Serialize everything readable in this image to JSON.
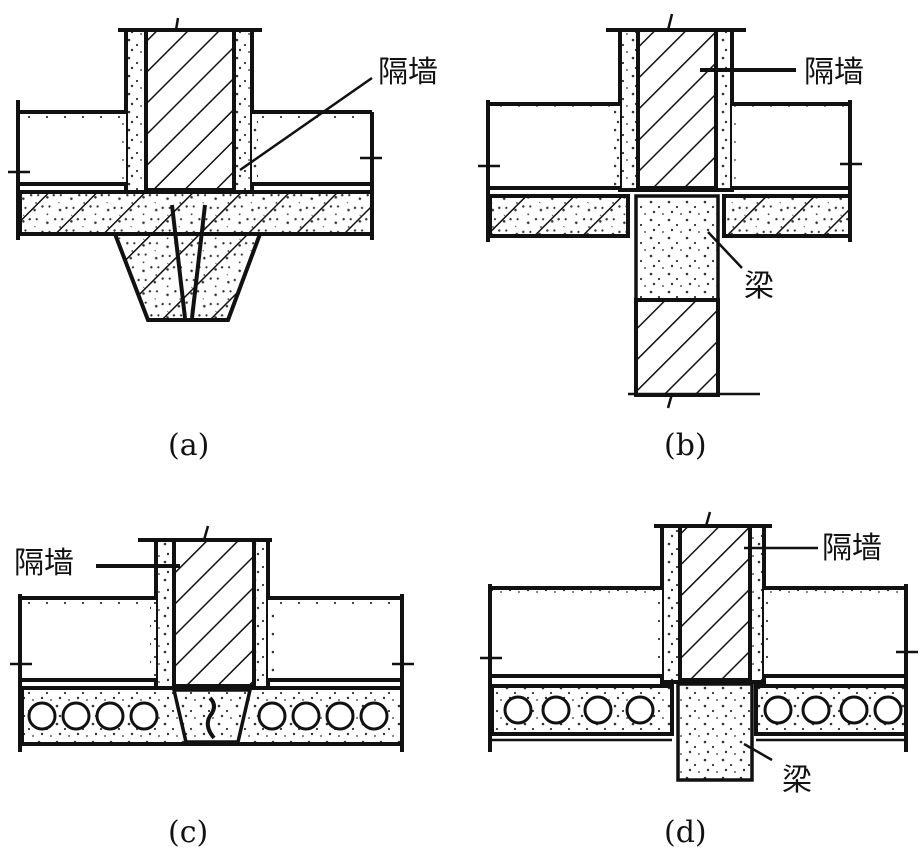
{
  "labels": {
    "partition_wall": "隔墙",
    "beam": "梁"
  },
  "captions": {
    "a": "(a)",
    "b": "(b)",
    "c": "(c)",
    "d": "(d)"
  }
}
